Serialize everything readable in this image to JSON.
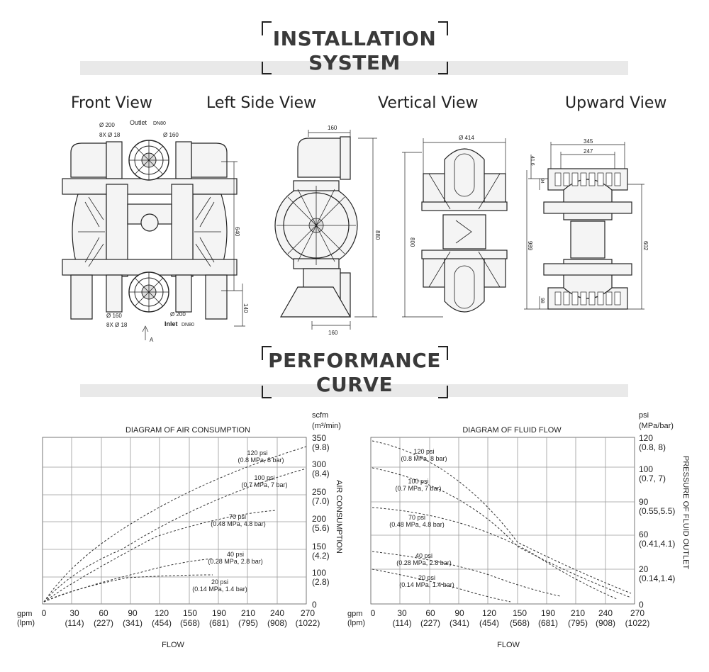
{
  "install_header": {
    "line1": "INSTALLATION",
    "line2": "SYSTEM"
  },
  "views": {
    "front": "Front View",
    "left": "Left Side View",
    "vertical": "Vertical View",
    "upward": "Upward View"
  },
  "front_labels": {
    "outlet": "Outlet",
    "outlet_dn": "DN80",
    "d200_top": "Ø 200",
    "holes_top": "8X Ø 18",
    "d160_top": "Ø 160",
    "dim_640": "640",
    "dim_140": "140",
    "d160_bot": "Ø 160",
    "holes_bot": "8X Ø 18",
    "d200_bot": "Ø 200",
    "inlet": "Inlet",
    "inlet_dn": "DN80",
    "arrow_a": "A"
  },
  "left_labels": {
    "dim_160_top": "160",
    "dim_880": "880",
    "dim_160_bot": "160"
  },
  "vertical_labels": {
    "dim_414": "Ø 414",
    "dim_800": "800"
  },
  "upward_labels": {
    "dim_345": "345",
    "dim_247": "247",
    "dim_416": "41.6",
    "dim_94": "94",
    "dim_989": "989",
    "dim_602": "602",
    "dim_98": "98"
  },
  "perf_header": {
    "line1": "PERFORMANCE",
    "line2": "CURVE"
  },
  "charts": [
    {
      "title": "DIAGRAM OF AIR CONSUMPTION",
      "right_unit1": "scfm",
      "right_unit2": "(m³/min)",
      "right_axis_title": "AIR CONSUMPTION",
      "right_ticks": [
        {
          "v": "350",
          "s": "(9.8)"
        },
        {
          "v": "300",
          "s": "(8.4)"
        },
        {
          "v": "250",
          "s": "(7.0)"
        },
        {
          "v": "200",
          "s": "(5.6)"
        },
        {
          "v": "150",
          "s": "(4.2)"
        },
        {
          "v": "100",
          "s": "(2.8)"
        },
        {
          "v": "0",
          "s": ""
        }
      ],
      "x_unit1": "gpm",
      "x_unit2": "(lpm)",
      "x_ticks": [
        {
          "v": "0",
          "s": ""
        },
        {
          "v": "30",
          "s": "(114)"
        },
        {
          "v": "60",
          "s": "(227)"
        },
        {
          "v": "90",
          "s": "(341)"
        },
        {
          "v": "120",
          "s": "(454)"
        },
        {
          "v": "150",
          "s": "(568)"
        },
        {
          "v": "190",
          "s": "(681)"
        },
        {
          "v": "210",
          "s": "(795)"
        },
        {
          "v": "240",
          "s": "(908)"
        },
        {
          "v": "270",
          "s": "(1022)"
        }
      ],
      "x_title": "FLOW",
      "curve_labels": [
        {
          "l1": "120 psi",
          "l2": "(0.8 MPa, 8 bar)"
        },
        {
          "l1": "100 psi",
          "l2": "(0.7 MPa, 7 bar)"
        },
        {
          "l1": "70 psi",
          "l2": "(0.48 MPa, 4.8 bar)"
        },
        {
          "l1": "40 psi",
          "l2": "(0.28 MPa, 2.8 bar)"
        },
        {
          "l1": "20 psi",
          "l2": "(0.14 MPa, 1.4 bar)"
        }
      ]
    },
    {
      "title": "DIAGRAM OF FLUID FLOW",
      "right_unit1": "psi",
      "right_unit2": "(MPa/bar)",
      "right_axis_title": "PRESSURE OF FLUID OUTLET",
      "right_ticks": [
        {
          "v": "120",
          "s": "(0.8, 8)"
        },
        {
          "v": "100",
          "s": "(0.7, 7)"
        },
        {
          "v": "90",
          "s": "(0.55,5.5)"
        },
        {
          "v": "60",
          "s": "(0.41,4.1)"
        },
        {
          "v": "20",
          "s": "(0.14,1.4)"
        },
        {
          "v": "0",
          "s": ""
        }
      ],
      "x_unit1": "gpm",
      "x_unit2": "(lpm)",
      "x_ticks": [
        {
          "v": "0",
          "s": ""
        },
        {
          "v": "30",
          "s": "(114)"
        },
        {
          "v": "60",
          "s": "(227)"
        },
        {
          "v": "90",
          "s": "(341)"
        },
        {
          "v": "120",
          "s": "(454)"
        },
        {
          "v": "150",
          "s": "(568)"
        },
        {
          "v": "190",
          "s": "(681)"
        },
        {
          "v": "210",
          "s": "(795)"
        },
        {
          "v": "240",
          "s": "(908)"
        },
        {
          "v": "270",
          "s": "(1022)"
        }
      ],
      "x_title": "FLOW",
      "curve_labels": [
        {
          "l1": "120 psi",
          "l2": "(0.8 MPa, 8 bar)"
        },
        {
          "l1": "100 psi",
          "l2": "(0.7 MPa, 7 bar)"
        },
        {
          "l1": "70 psi",
          "l2": "(0.48 MPa, 4.8 bar)"
        },
        {
          "l1": "40 psi",
          "l2": "(0.28 MPa, 2.8 bar)"
        },
        {
          "l1": "20 psi",
          "l2": "(0.14 MPa, 1.4 bar)"
        }
      ]
    }
  ]
}
